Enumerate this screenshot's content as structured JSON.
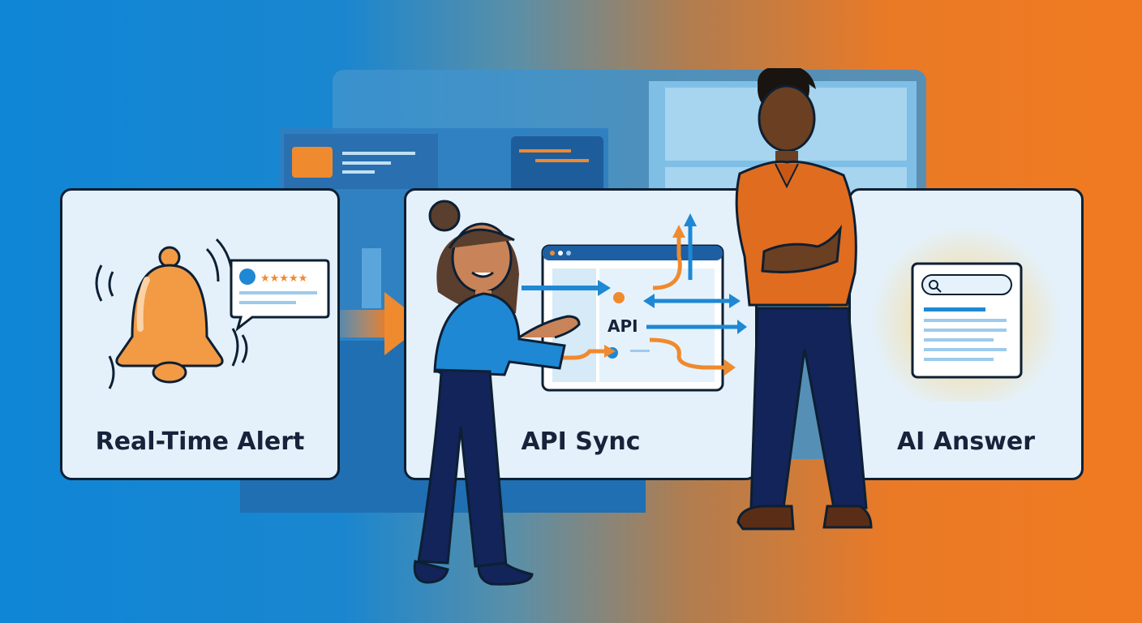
{
  "cards": [
    {
      "label": "Real-Time Alert",
      "icon": "bell-icon"
    },
    {
      "label": "API Sync",
      "icon": "api-window-icon"
    },
    {
      "label": "AI Answer",
      "icon": "search-result-icon"
    }
  ],
  "api_window": {
    "label": "API"
  },
  "colors": {
    "blue_accent": "#1e88d4",
    "orange_accent": "#f08a2e",
    "navy": "#16233b",
    "card_fill": "#e4f1fb"
  }
}
